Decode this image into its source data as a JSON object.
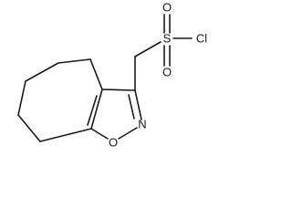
{
  "structure": {
    "atoms": {
      "sulfur": "S",
      "oxygen_top": "O",
      "oxygen_bottom": "O",
      "chlorine": "Cl",
      "ring_nitrogen": "N",
      "ring_oxygen": "O"
    }
  }
}
